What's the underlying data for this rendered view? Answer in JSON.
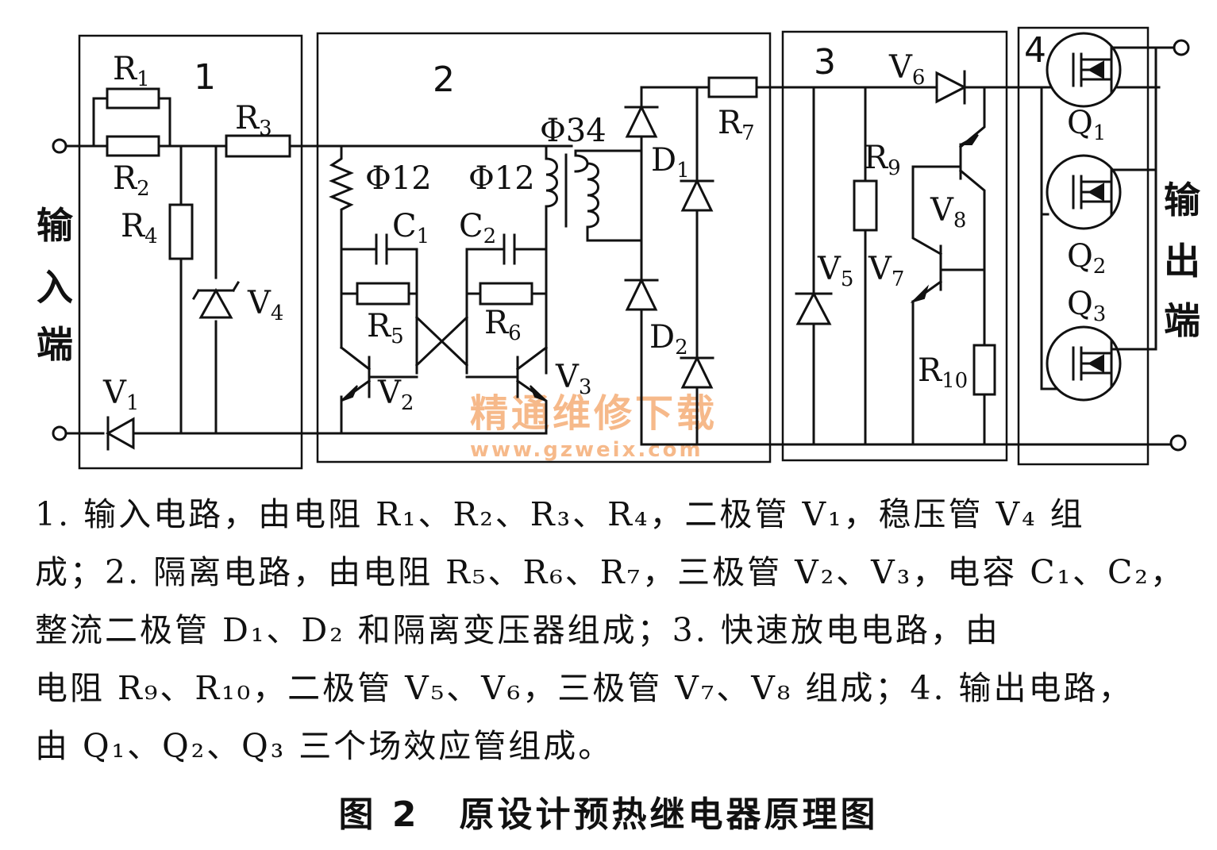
{
  "diagram": {
    "blocks": [
      {
        "number": "1"
      },
      {
        "number": "2"
      },
      {
        "number": "3"
      },
      {
        "number": "4"
      }
    ],
    "terminal_labels": {
      "input": [
        "输",
        "入",
        "端"
      ],
      "output": [
        "输",
        "出",
        "端"
      ]
    },
    "components": {
      "R1": {
        "name": "R",
        "sub": "1"
      },
      "R2": {
        "name": "R",
        "sub": "2"
      },
      "R3": {
        "name": "R",
        "sub": "3"
      },
      "R4": {
        "name": "R",
        "sub": "4"
      },
      "R5": {
        "name": "R",
        "sub": "5"
      },
      "R6": {
        "name": "R",
        "sub": "6"
      },
      "R7": {
        "name": "R",
        "sub": "7"
      },
      "R9": {
        "name": "R",
        "sub": "9"
      },
      "R10": {
        "name": "R",
        "sub": "10"
      },
      "V1": {
        "name": "V",
        "sub": "1"
      },
      "V2": {
        "name": "V",
        "sub": "2"
      },
      "V3": {
        "name": "V",
        "sub": "3"
      },
      "V4": {
        "name": "V",
        "sub": "4"
      },
      "V5": {
        "name": "V",
        "sub": "5"
      },
      "V6": {
        "name": "V",
        "sub": "6"
      },
      "V7": {
        "name": "V",
        "sub": "7"
      },
      "V8": {
        "name": "V",
        "sub": "8"
      },
      "C1": {
        "name": "C",
        "sub": "1"
      },
      "C2": {
        "name": "C",
        "sub": "2"
      },
      "D1": {
        "name": "D",
        "sub": "1"
      },
      "D2": {
        "name": "D",
        "sub": "2"
      },
      "Q1": {
        "name": "Q",
        "sub": "1"
      },
      "Q2": {
        "name": "Q",
        "sub": "2"
      },
      "Q3": {
        "name": "Q",
        "sub": "3"
      }
    },
    "transformer": {
      "primary_left": "Φ12",
      "primary_right": "Φ12",
      "secondary": "Φ34"
    },
    "watermark": {
      "line1": "精通维修下载",
      "line2": "www.gzweix.com"
    }
  },
  "caption": {
    "lines": [
      "1. 输入电路，由电阻 R₁、R₂、R₃、R₄，二极管 V₁，稳压管 V₄ 组",
      "成；2. 隔离电路，由电阻 R₅、R₆、R₇，三极管 V₂、V₃，电容 C₁、C₂，",
      "整流二极管 D₁、D₂ 和隔离变压器组成；3. 快速放电电路，由",
      "电阻 R₉、R₁₀，二极管 V₅、V₆，三极管 V₇、V₈ 组成；4. 输出电路，",
      "由 Q₁、Q₂、Q₃ 三个场效应管组成。"
    ]
  },
  "figure_title": {
    "number": "图 2",
    "text": "原设计预热继电器原理图"
  }
}
